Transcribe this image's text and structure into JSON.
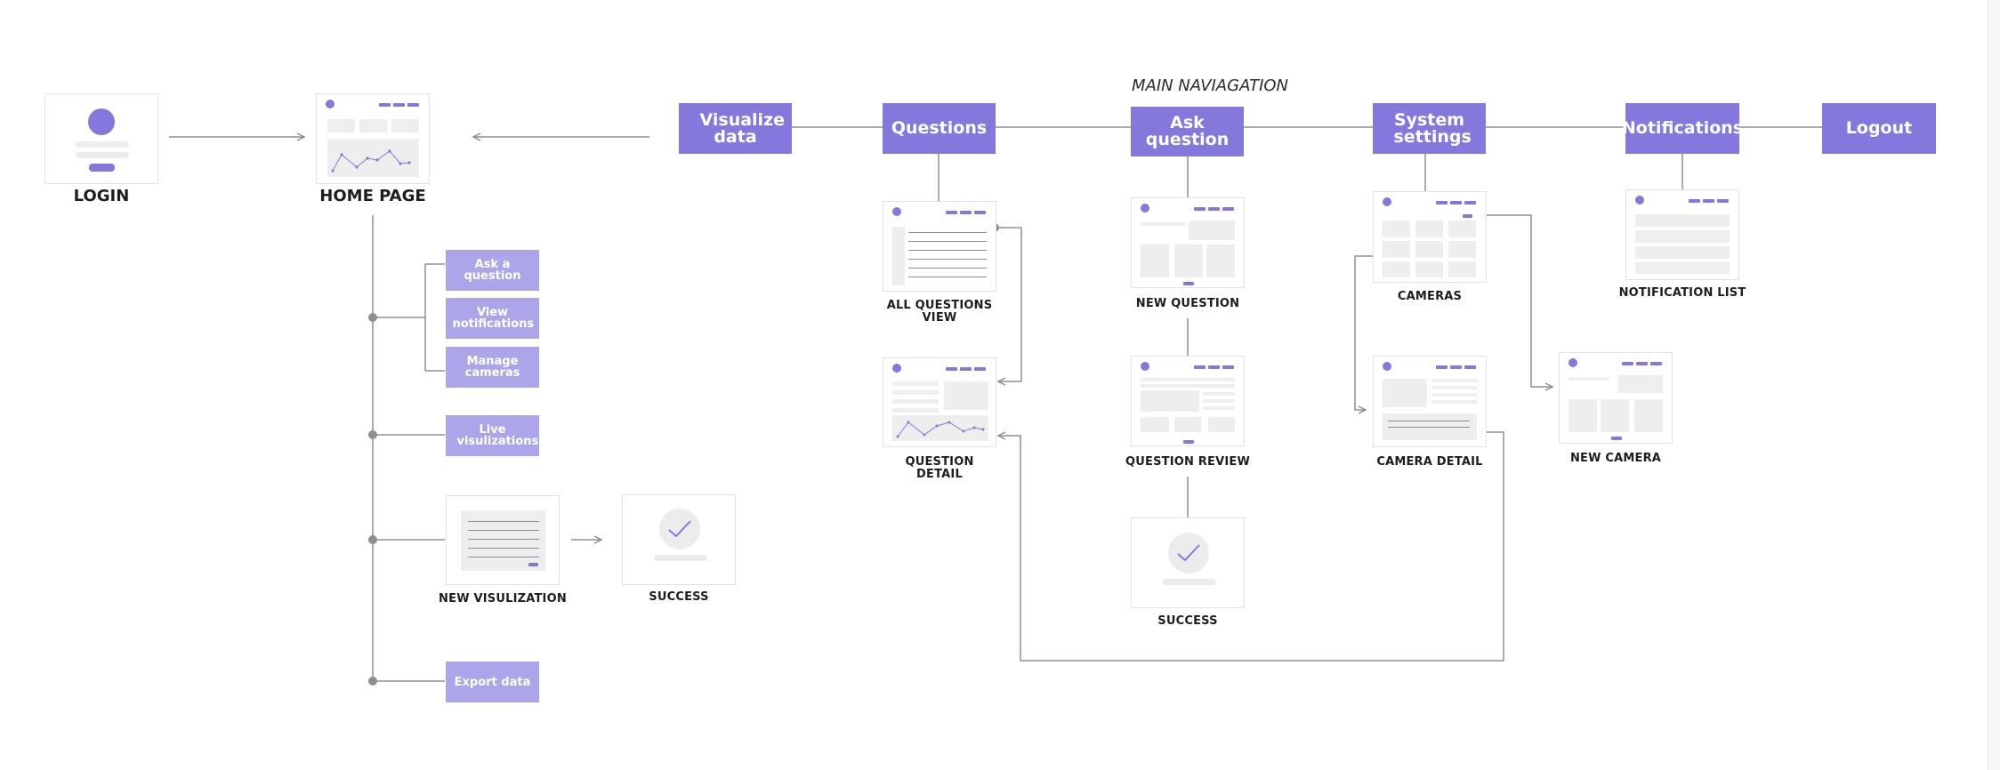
{
  "title": "MAIN NAVIAGATION",
  "nav": {
    "visualize_data": "Visualize data",
    "questions": "Questions",
    "ask_question": "Ask question",
    "system_settings": "System settings",
    "notifications": "Notifications",
    "logout": "Logout"
  },
  "home_actions": {
    "ask_question": "Ask a question",
    "view_notifications": "View notifications",
    "manage_cameras": "Manage cameras",
    "live_visualizations": "Live visulizations",
    "export_data": "Export data"
  },
  "screens": {
    "login": "LOGIN",
    "home_page": "HOME PAGE",
    "new_visualization": "NEW VISULIZATION",
    "success_viz": "SUCCESS",
    "all_questions_view": "ALL QUESTIONS VIEW",
    "question_detail": "QUESTION DETAIL",
    "new_question": "NEW QUESTION",
    "question_review": "QUESTION REVIEW",
    "success_question": "SUCCESS",
    "cameras": "CAMERAS",
    "camera_detail": "CAMERA DETAIL",
    "new_camera": "NEW CAMERA",
    "notification_list": "NOTIFICATION LIST"
  },
  "colors": {
    "nav_fill": "#8478dd",
    "sub_fill": "#aca5ea",
    "connector": "#8f8f8f",
    "wireframe_fill": "#eeeeee"
  }
}
